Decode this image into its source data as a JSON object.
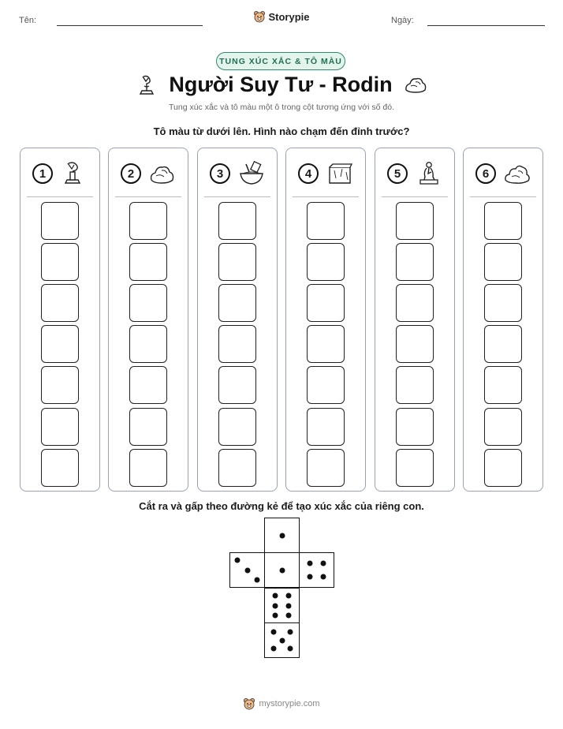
{
  "header": {
    "name_label": "Tên:",
    "date_label": "Ngày:",
    "brand": "Storypie"
  },
  "badge": "TUNG XÚC XẮC & TÔ MÀU",
  "title": "Người Suy Tư - Rodin",
  "subtitle": "Tung xúc xắc và tô màu một ô trong cột tương ứng với số đó.",
  "instruction": "Tô màu từ dưới lên. Hình nào chạm đến đỉnh trước?",
  "columns": [
    {
      "number": "1",
      "icon": "pouring-bronze-icon"
    },
    {
      "number": "2",
      "icon": "clay-lump-icon"
    },
    {
      "number": "3",
      "icon": "mixing-bowl-icon"
    },
    {
      "number": "4",
      "icon": "stone-block-icon"
    },
    {
      "number": "5",
      "icon": "thinker-statue-icon"
    },
    {
      "number": "6",
      "icon": "clay-pile-icon"
    }
  ],
  "cells_per_column": 7,
  "cut_instruction": "Cắt ra và gấp theo đường kẻ để tạo xúc xắc của riêng con.",
  "dice_net": [
    {
      "face": "top",
      "pips": 1
    },
    {
      "face": "left",
      "pips": 3
    },
    {
      "face": "center",
      "pips": 1
    },
    {
      "face": "right",
      "pips": 4
    },
    {
      "face": "lower",
      "pips": 6
    },
    {
      "face": "bottom",
      "pips": 5
    }
  ],
  "footer": "mystorypie.com"
}
